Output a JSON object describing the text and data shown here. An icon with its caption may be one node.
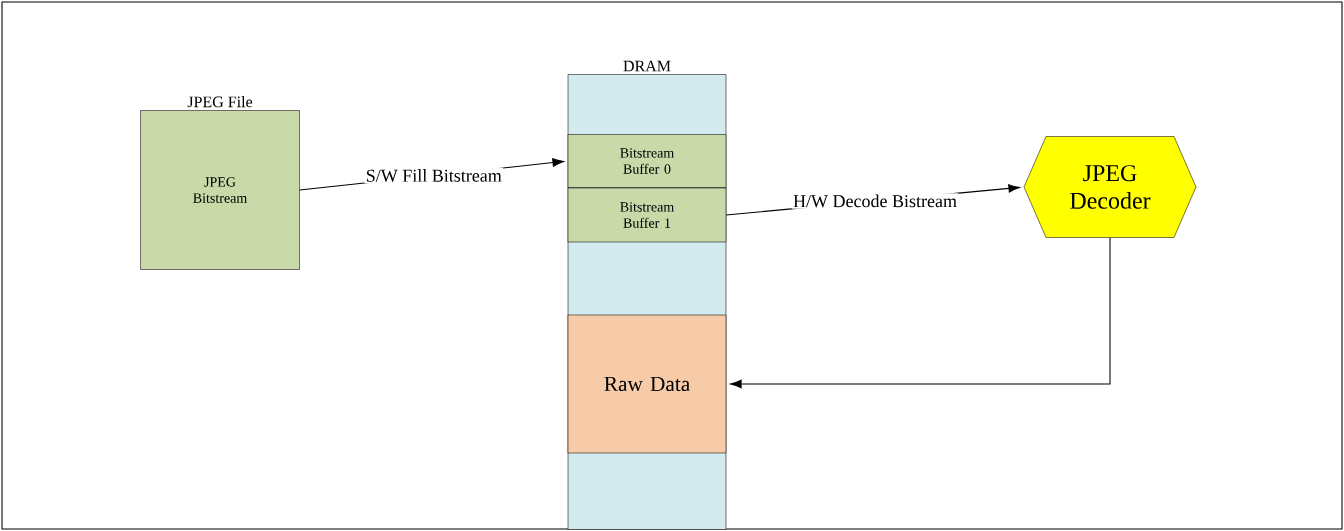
{
  "diagram": {
    "nodes": [
      {
        "text": [
          "JPEG File",
          "JPEG Bitstream"
        ]
      },
      {
        "text": [
          "DRAM"
        ]
      },
      {
        "text": [
          "Bitstream Buffer 0"
        ],
        "in": 1
      },
      {
        "text": [
          "Bitstream Buffer 1"
        ],
        "in": 1
      },
      {
        "text": [
          "Raw Data"
        ],
        "in": 1
      },
      {
        "text": [
          "JPEG Decoder"
        ]
      }
    ],
    "edges": [
      {
        "from": 0,
        "to": 2,
        "arrow": "to",
        "label": "S/W Fill Bitstream"
      },
      {
        "from": 3,
        "to": 5,
        "arrow": "to",
        "label": "H/W Decode Bistream"
      },
      {
        "from": 5,
        "to": 4,
        "arrow": "to"
      }
    ]
  }
}
